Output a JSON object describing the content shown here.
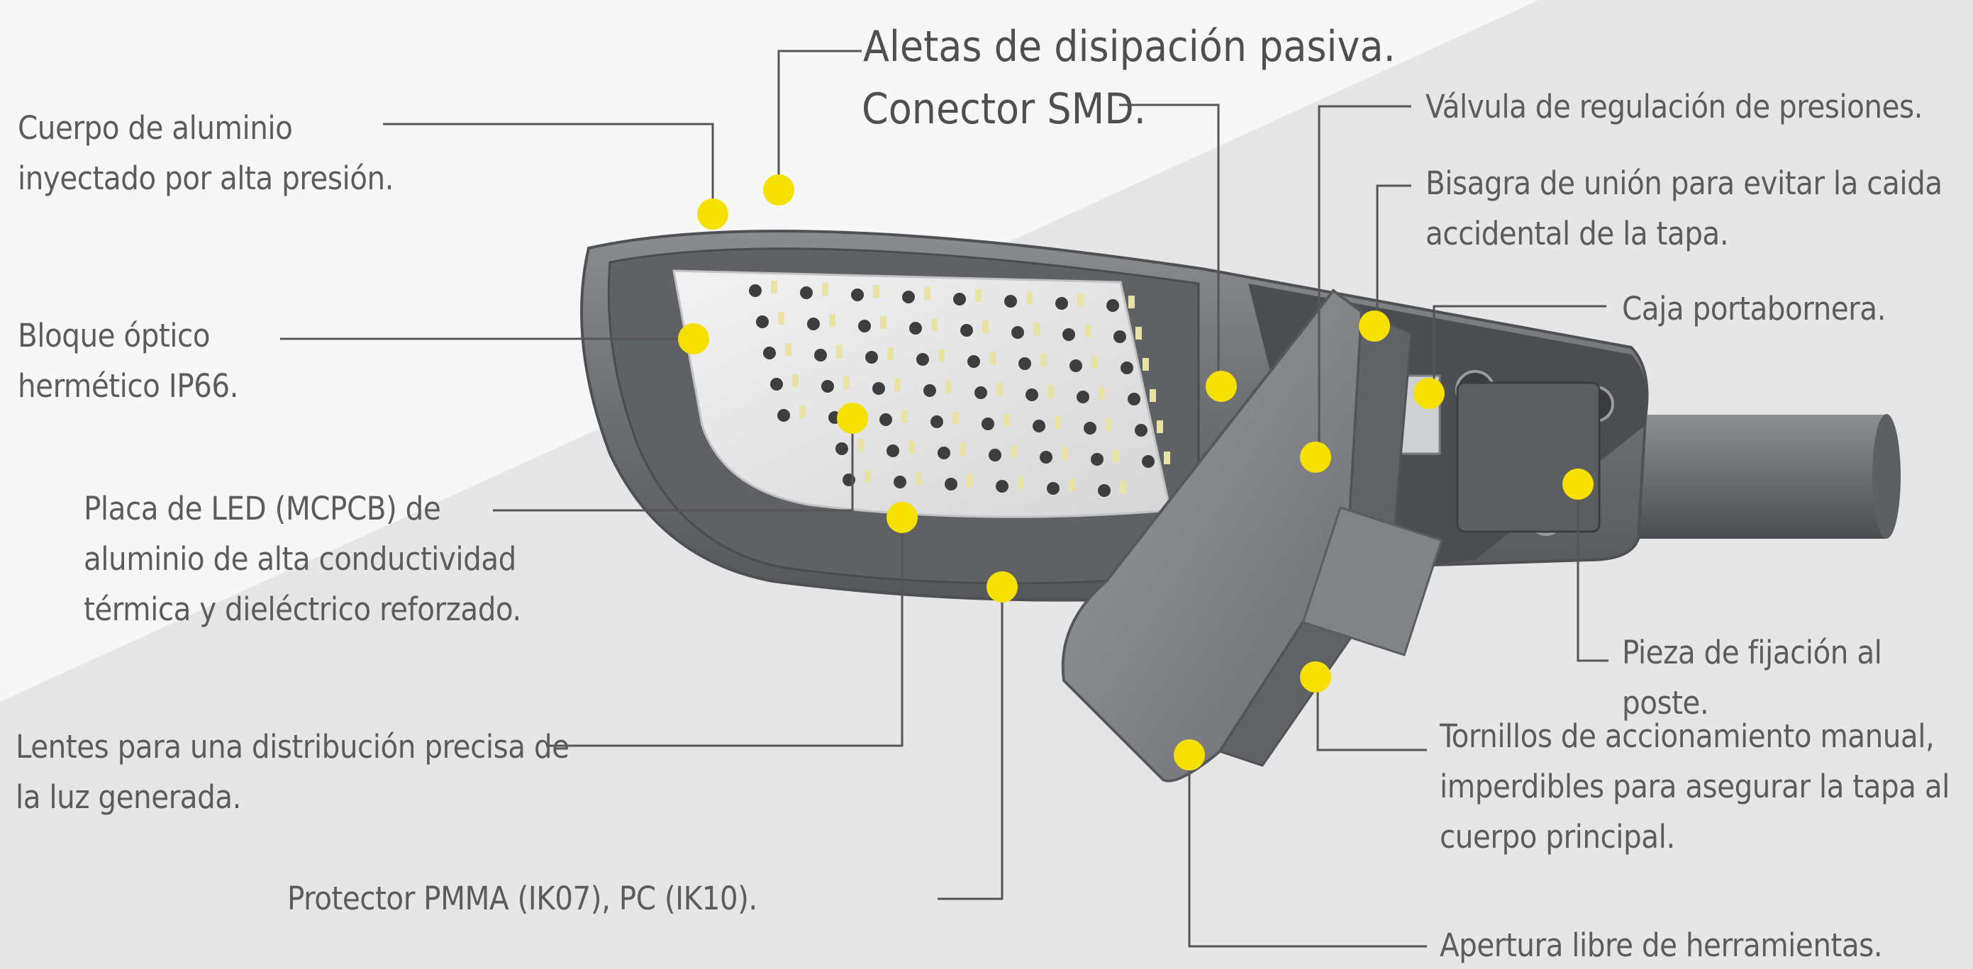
{
  "colors": {
    "background_light": "#f7f7f7",
    "background_dark": "#e6e6e6",
    "marker": "#f5e000",
    "leader_line": "#555555",
    "housing": "#6e7074",
    "text": "#5c5c5c"
  },
  "title_labels": {
    "fins": "Aletas de disipación pasiva.",
    "connector": "Conector SMD."
  },
  "labels": {
    "body": "Cuerpo de aluminio\ninyectado por alta presión.",
    "optic_block": "Bloque óptico\nhermético IP66.",
    "led_board": "Placa de LED (MCPCB) de\naluminio de alta conductividad\ntérmica y dieléctrico reforzado.",
    "lenses": "Lentes para una distribución precisa de\nla luz generada.",
    "protector": "Protector PMMA (IK07), PC (IK10).",
    "valve": "Válvula de regulación de presiones.",
    "hinge": "Bisagra de unión para evitar la caida\naccidental de la tapa.",
    "terminal_box": "Caja portabornera.",
    "pole_fixing": "Pieza de fijación al poste.",
    "screws": "Tornillos de accionamiento manual,\nimperdibles para asegurar la tapa al\ncuerpo principal.",
    "tool_free": "Apertura libre de herramientas."
  }
}
